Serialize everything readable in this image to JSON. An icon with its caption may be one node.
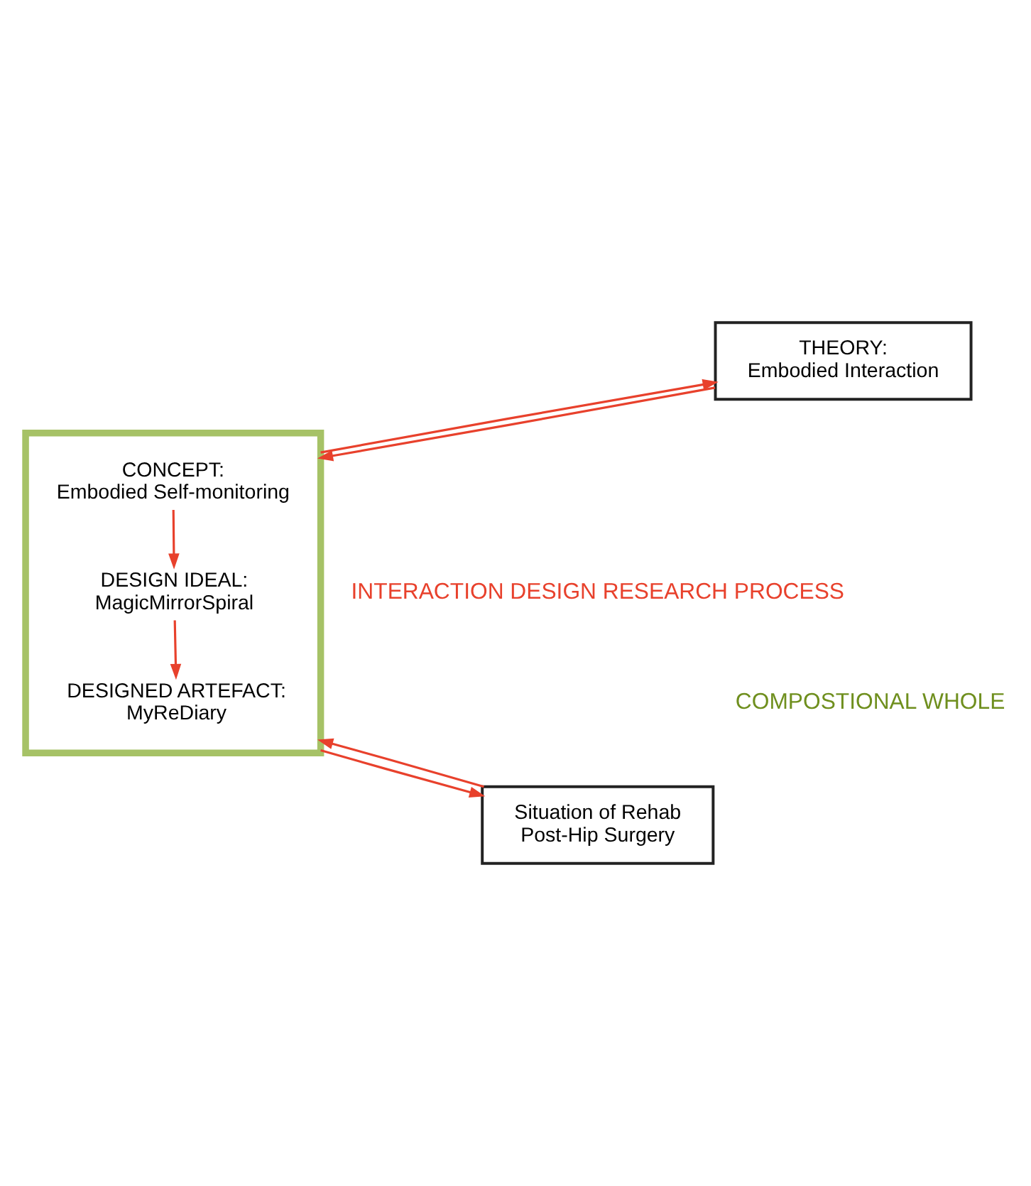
{
  "diagram": {
    "nodes": [
      {
        "text": [
          "THEORY:",
          "Embodied Interaction"
        ]
      },
      {
        "text": [],
        "shape": "box"
      },
      {
        "text": [
          "CONCEPT:",
          "Embodied Self-monitoring"
        ],
        "in": 1
      },
      {
        "text": [
          "DESIGN IDEAL:",
          "MagicMirrorSpiral"
        ],
        "in": 1
      },
      {
        "text": [
          "DESIGNED ARTEFACT:",
          "MyReDiary"
        ],
        "in": 1
      },
      {
        "text": [
          "Situation of Rehab",
          "Post-Hip Surgery"
        ]
      }
    ],
    "edges": [
      {
        "from": 0,
        "to": 1,
        "arrow": "to"
      },
      {
        "from": 1,
        "to": 0,
        "arrow": "to"
      },
      {
        "from": 2,
        "to": 3,
        "arrow": "to"
      },
      {
        "from": 3,
        "to": 4,
        "arrow": "to"
      },
      {
        "from": 1,
        "to": 5,
        "arrow": "to"
      },
      {
        "from": 5,
        "to": 1,
        "arrow": "to"
      }
    ],
    "labels": [
      "INTERACTION DESIGN RESEARCH PROCESS",
      "COMPOSTIONAL WHOLE"
    ]
  }
}
